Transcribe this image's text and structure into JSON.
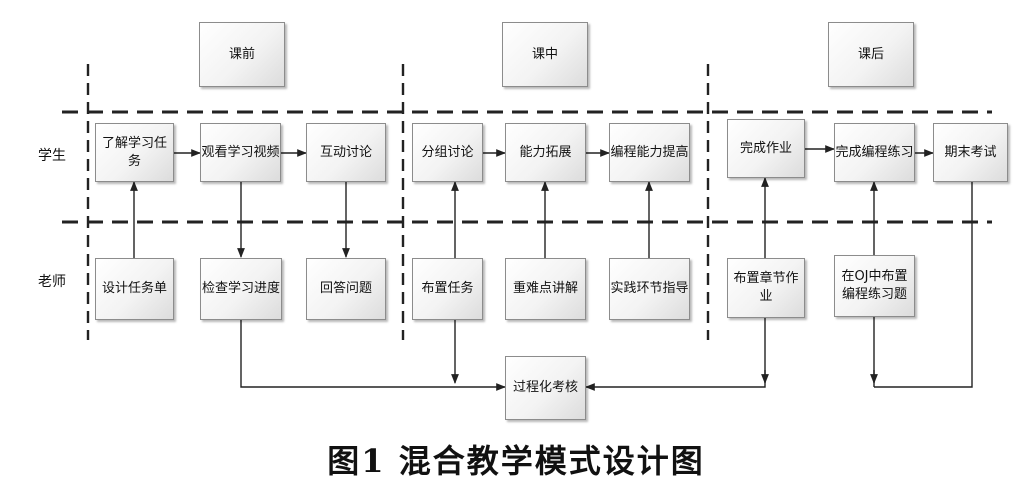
{
  "phases": {
    "before": "课前",
    "during": "课中",
    "after": "课后"
  },
  "lanes": {
    "student": "学生",
    "teacher": "老师"
  },
  "student_row": {
    "s1": "了解学习任务",
    "s2": "观看学习视频",
    "s3": "互动讨论",
    "s4": "分组讨论",
    "s5": "能力拓展",
    "s6": "编程能力提高",
    "s7": "完成作业",
    "s8": "完成编程练习",
    "s9": "期末考试"
  },
  "teacher_row": {
    "t1": "设计任务单",
    "t2": "检查学习进度",
    "t3": "回答问题",
    "t4": "布置任务",
    "t5": "重难点讲解",
    "t6": "实践环节指导",
    "t7": "布置章节作业",
    "t8": "在OJ中布置编程练习题"
  },
  "assessment": "过程化考核",
  "caption": "图1  混合教学模式设计图"
}
